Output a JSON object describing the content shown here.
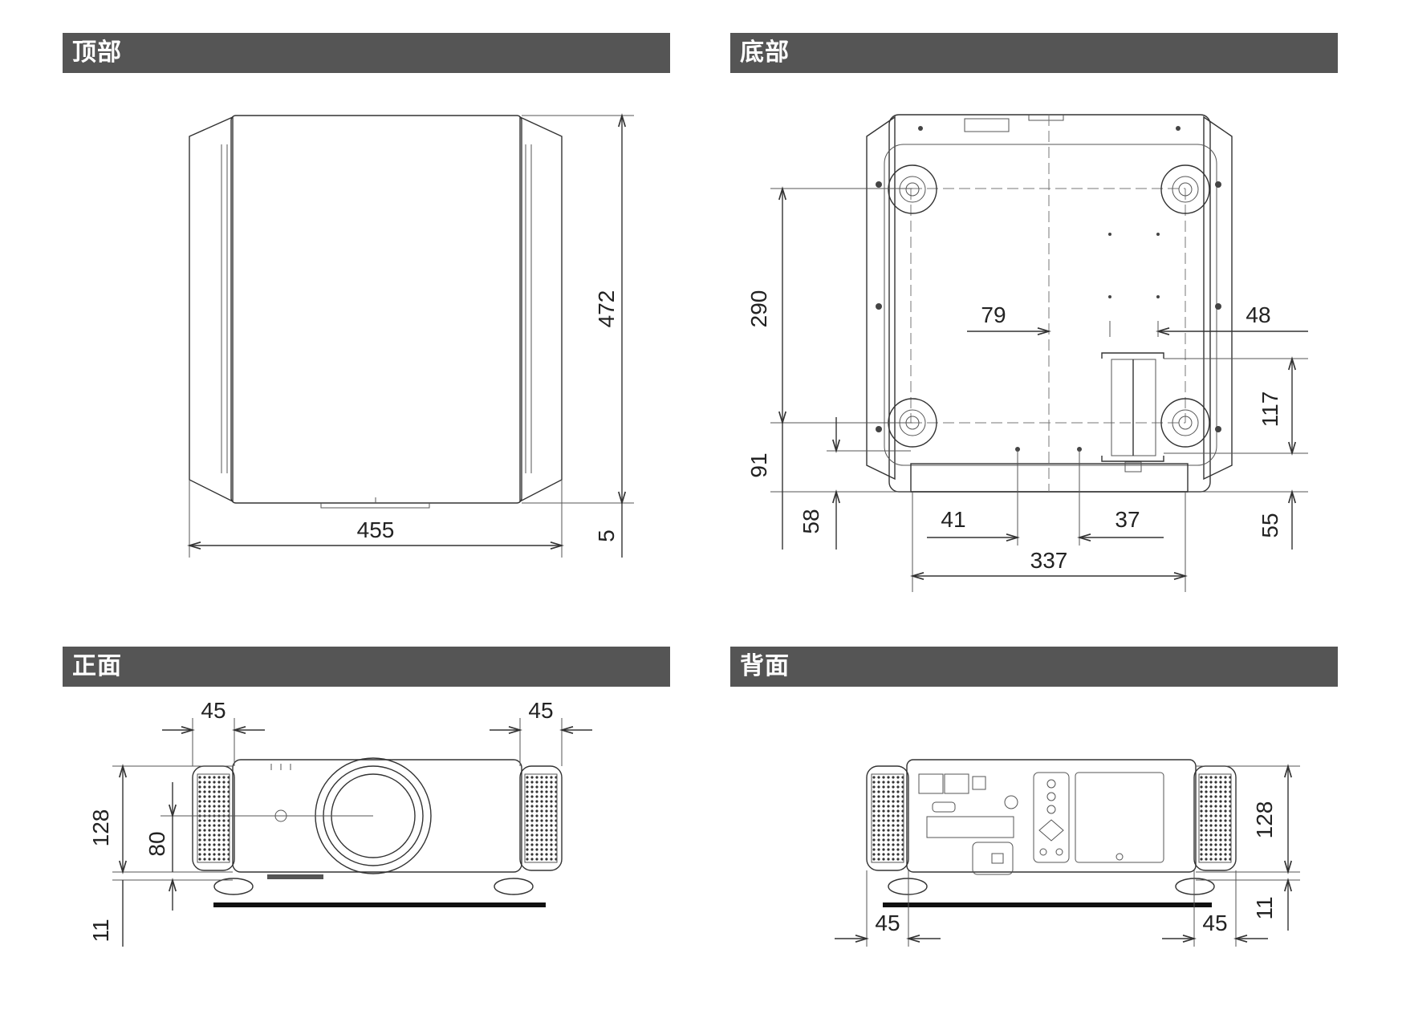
{
  "panels": {
    "top": {
      "title": "顶部",
      "width": "455",
      "depth": "472",
      "offset": "5"
    },
    "bottom": {
      "title": "底部",
      "foot_span": "290",
      "front_to_foot": "91",
      "front_offset": "58",
      "left_dim": "79",
      "right_dim": "48",
      "vent_height": "117",
      "vent_offset": "55",
      "hole_left": "41",
      "hole_right": "37",
      "foot_width": "337"
    },
    "front": {
      "title": "正面",
      "side_left": "45",
      "side_right": "45",
      "height": "128",
      "lens_height": "80",
      "foot_height": "11"
    },
    "rear": {
      "title": "背面",
      "side_left": "45",
      "side_right": "45",
      "height": "128",
      "foot_height": "11"
    }
  },
  "colors": {
    "header_bg": "#555555",
    "header_text": "#ffffff",
    "line": "#333333"
  }
}
